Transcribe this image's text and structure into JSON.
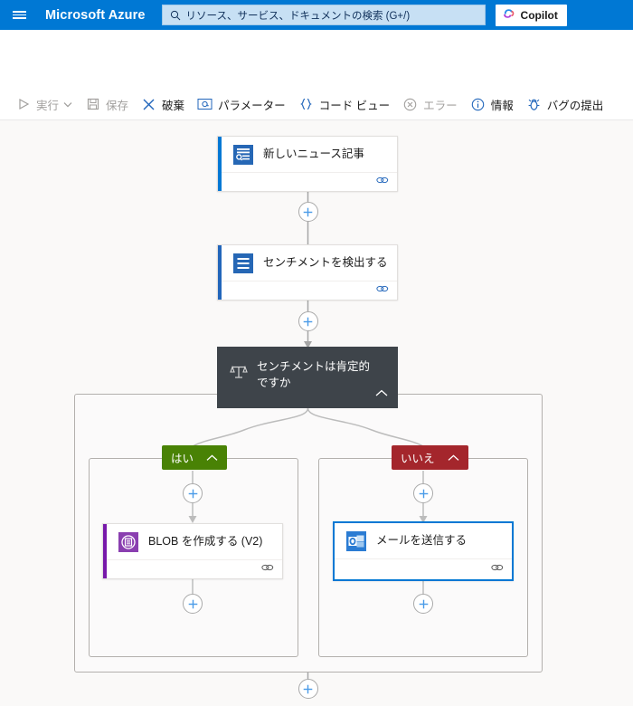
{
  "topbar": {
    "menu_icon": "hamburger-icon",
    "brand": "Microsoft Azure",
    "search": {
      "icon": "search-icon",
      "placeholder": "リソース、サービス、ドキュメントの検索 (G+/)",
      "value": ""
    },
    "copilot": {
      "icon": "copilot-icon",
      "label": "Copilot"
    },
    "colors": {
      "bar_bg": "#0078D4",
      "search_bg": "#C7E0F4"
    }
  },
  "toolbar": {
    "commands": [
      {
        "name": "run",
        "icon": "play-icon",
        "label": "実行",
        "disabled": true,
        "has_caret": true
      },
      {
        "name": "save",
        "icon": "save-icon",
        "label": "保存",
        "disabled": true,
        "has_caret": false
      },
      {
        "name": "discard",
        "icon": "close-x-icon",
        "label": "破棄",
        "disabled": false,
        "has_caret": false
      },
      {
        "name": "parameters",
        "icon": "at-bracket-icon",
        "label": "パラメーター",
        "disabled": false,
        "has_caret": false
      },
      {
        "name": "code-view",
        "icon": "braces-icon",
        "label": "コード ビュー",
        "disabled": false,
        "has_caret": false
      },
      {
        "name": "errors",
        "icon": "error-circle-icon",
        "label": "エラー",
        "disabled": true,
        "has_caret": false
      },
      {
        "name": "info",
        "icon": "info-circle-icon",
        "label": "情報",
        "disabled": false,
        "has_caret": false
      },
      {
        "name": "report-bug",
        "icon": "bug-icon",
        "label": "バグの提出",
        "disabled": false,
        "has_caret": false
      }
    ]
  },
  "designer": {
    "background": "#faf9f8",
    "trigger": {
      "name": "new-news-article",
      "title": "新しいニュース記事",
      "icon": "news-search-icon",
      "accent_color": "#0078D4",
      "footer_icon": "connection-link-icon"
    },
    "action_detect": {
      "name": "detect-sentiment",
      "title": "センチメントを検出する",
      "icon": "text-analytics-icon",
      "accent_color": "#2266BB",
      "footer_icon": "connection-link-icon"
    },
    "condition": {
      "name": "sentiment-is-positive",
      "title": "センチメントは肯定的ですか",
      "icon": "condition-scale-icon",
      "bg_color": "#3E444A",
      "collapse_icon": "chevron-up-icon"
    },
    "branch_true": {
      "name": "branch-yes",
      "label": "はい",
      "color": "#498205",
      "collapse_icon": "chevron-up-icon",
      "action": {
        "name": "create-blob-v2",
        "title": "BLOB を作成する (V2)",
        "icon": "azure-blob-storage-icon",
        "accent_color": "#7719AA",
        "footer_icon": "connection-link-icon",
        "selected": false
      }
    },
    "branch_false": {
      "name": "branch-no",
      "label": "いいえ",
      "color": "#A4262C",
      "collapse_icon": "chevron-up-icon",
      "action": {
        "name": "send-email",
        "title": "メールを送信する",
        "icon": "outlook-icon",
        "accent_color": "#0078D4",
        "footer_icon": "connection-link-icon",
        "selected": true
      }
    },
    "add_buttons": [
      {
        "name": "add-step-after-trigger"
      },
      {
        "name": "add-step-after-detect"
      },
      {
        "name": "add-step-yes-top"
      },
      {
        "name": "add-step-yes-bottom"
      },
      {
        "name": "add-step-no-top"
      },
      {
        "name": "add-step-no-bottom"
      },
      {
        "name": "add-step-after-condition"
      }
    ]
  }
}
